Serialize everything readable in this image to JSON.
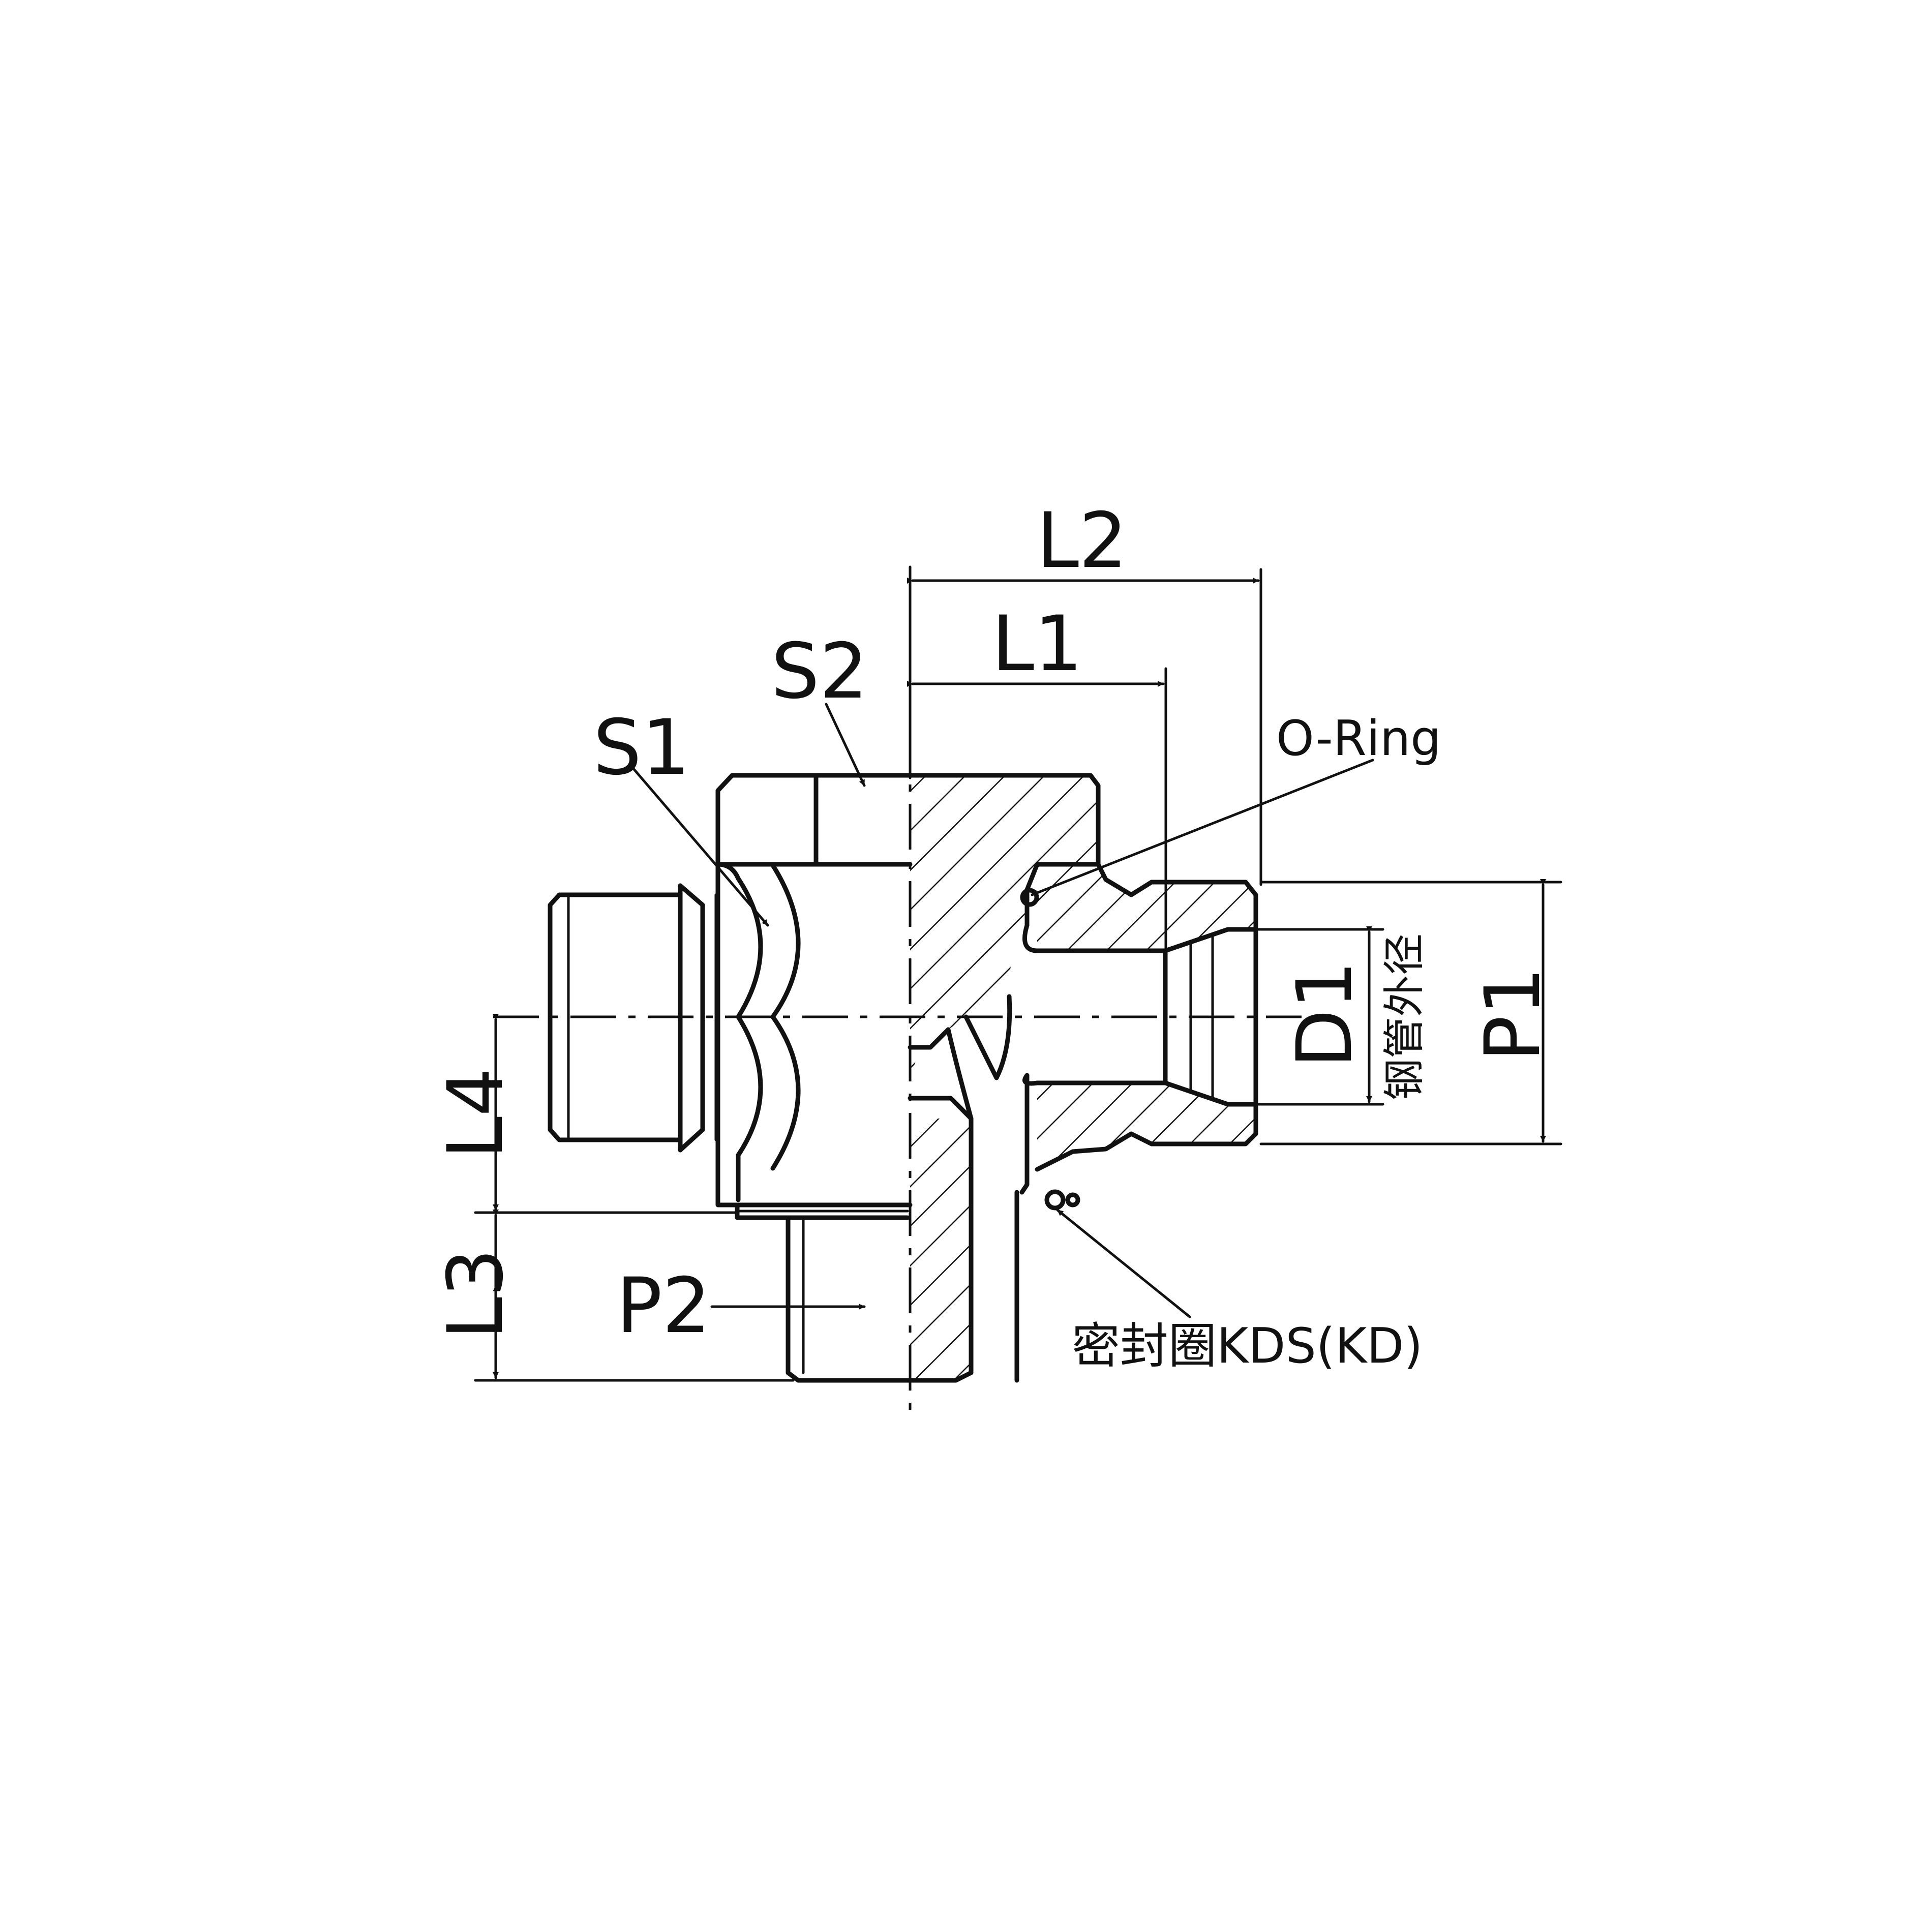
{
  "labels": {
    "l1": "L1",
    "l2": "L2",
    "l3": "L3",
    "l4": "L4",
    "s1": "S1",
    "s2": "S2",
    "p1": "P1",
    "p2": "P2",
    "d1": "D1",
    "d1_note": "钢管外径",
    "o_ring": "O-Ring",
    "seal": "密封圈KDS(KD)"
  }
}
